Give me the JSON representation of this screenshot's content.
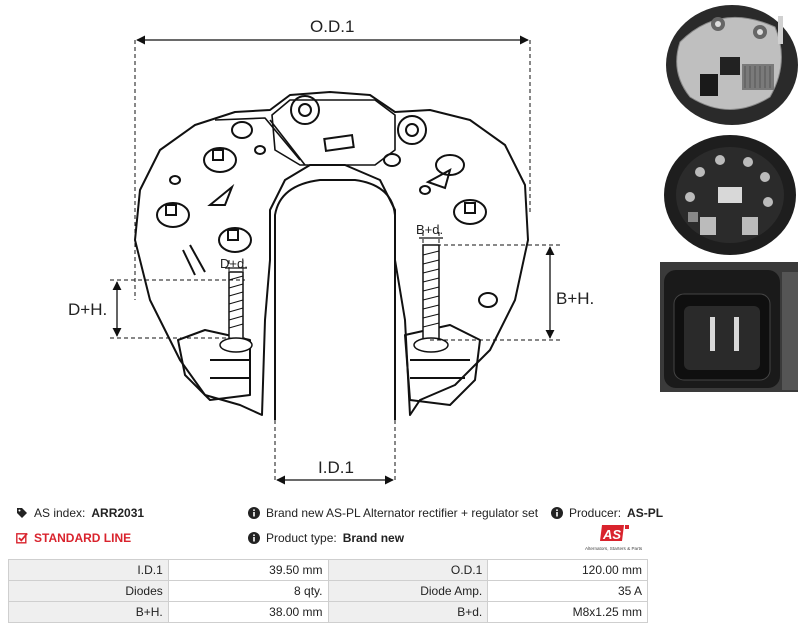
{
  "drawing": {
    "od_label": "O.D.1",
    "id_label": "I.D.1",
    "bh_label": "B+H.",
    "dh_label": "D+H.",
    "bd_label": "B+d.",
    "dd_label": "D+d."
  },
  "info": {
    "as_index_label": "AS index:",
    "as_index_value": "ARR2031",
    "description": "Brand new AS-PL Alternator rectifier + regulator set",
    "producer_label": "Producer:",
    "producer_value": "AS-PL",
    "line": "STANDARD LINE",
    "product_type_label": "Product type:",
    "product_type_value": "Brand new",
    "logo_text": "AS",
    "logo_tagline": "Alternators, Starters & Parts"
  },
  "specs": [
    [
      "I.D.1",
      "39.50 mm",
      "O.D.1",
      "120.00 mm"
    ],
    [
      "Diodes",
      "8 qty.",
      "Diode Amp.",
      "35 A"
    ],
    [
      "B+H.",
      "38.00 mm",
      "B+d.",
      "M8x1.25 mm"
    ]
  ],
  "colors": {
    "accent": "#d9232d",
    "table_label_bg": "#efefef",
    "table_border": "#cfcfcf"
  }
}
